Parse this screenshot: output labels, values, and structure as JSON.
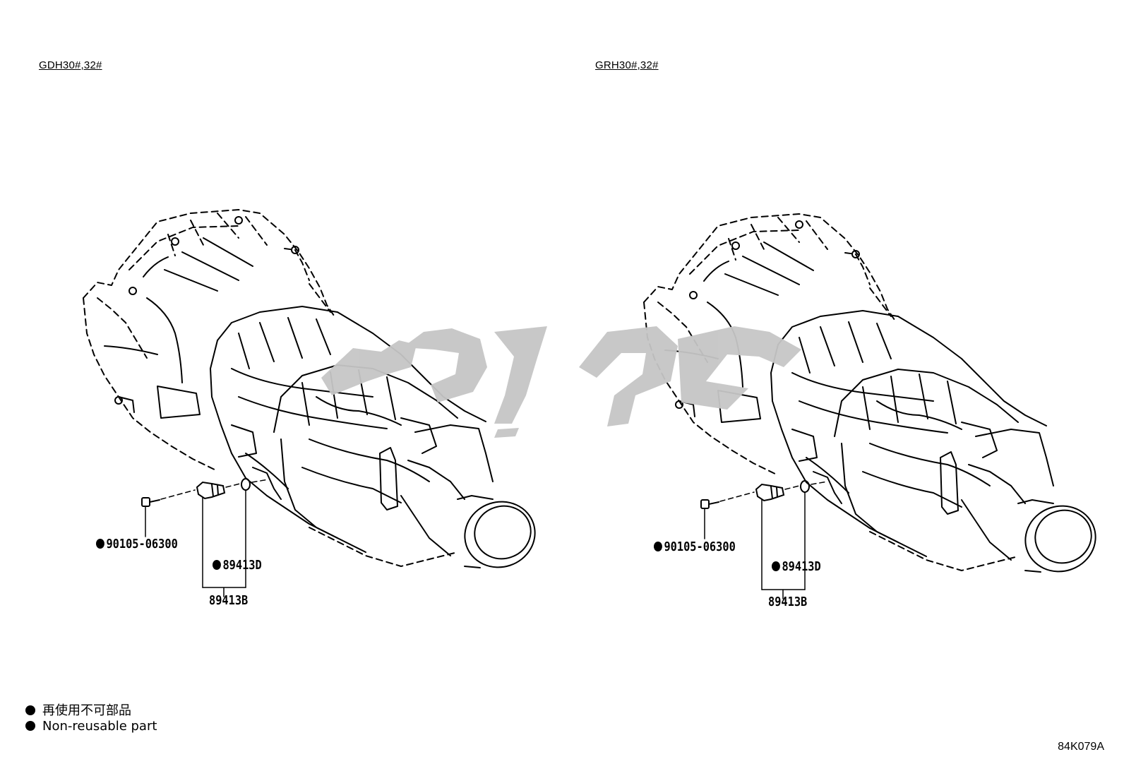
{
  "panels": {
    "left": {
      "model_label": "GDH30#,32#",
      "parts": {
        "bolt": "90105-06300",
        "oring": "89413D",
        "sensor": "89413B"
      }
    },
    "right": {
      "model_label": "GRH30#,32#",
      "parts": {
        "bolt": "90105-06300",
        "oring": "89413D",
        "sensor": "89413B"
      }
    }
  },
  "legend": {
    "japanese": "再使用不可部品",
    "english": "Non-reusable part"
  },
  "diagram_id": "84K079A",
  "watermark_color": "#c6c6c6",
  "symbols": {
    "non_reusable": "filled-circle-icon"
  }
}
